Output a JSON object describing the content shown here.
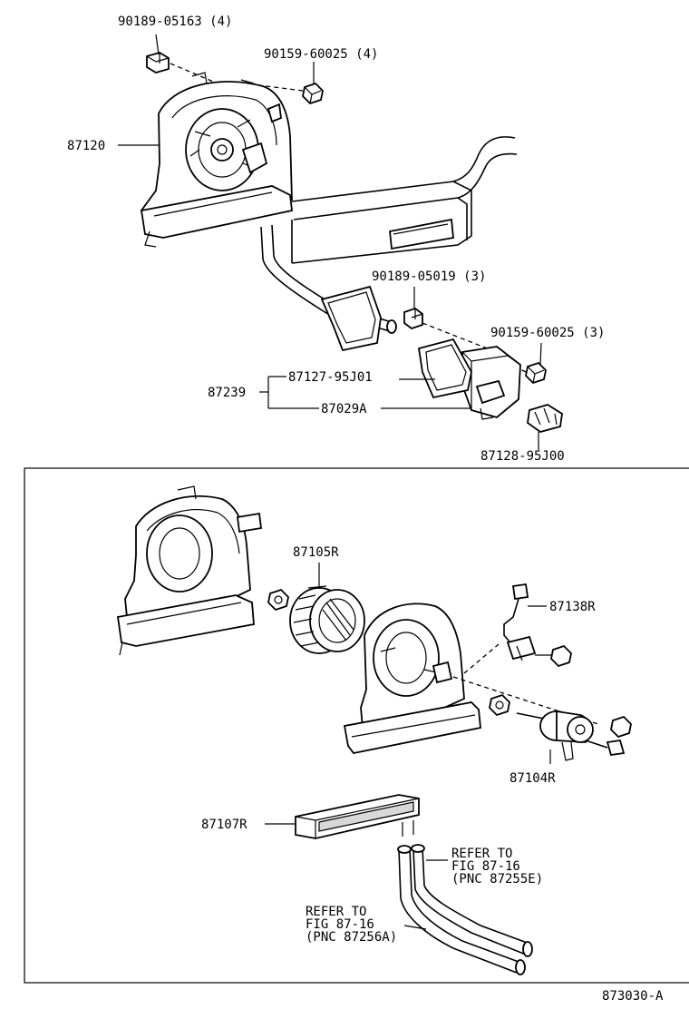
{
  "labels": {
    "p90189_05163": "90189-05163 (4)",
    "p90159_60025_4": "90159-60025 (4)",
    "p87120": "87120",
    "p90189_05019": "90189-05019 (3)",
    "p90159_60025_3": "90159-60025 (3)",
    "p87239": "87239",
    "p87127_95J01": "87127-95J01",
    "p87029A": "87029A",
    "p87128_95J00": "87128-95J00",
    "p87105R": "87105R",
    "p87138R": "87138R",
    "p87104R": "87104R",
    "p87107R": "87107R",
    "refer1_line1": "REFER TO",
    "refer1_line2": "FIG 87-16",
    "refer1_line3": "(PNC 87255E)",
    "refer2_line1": "REFER TO",
    "refer2_line2": "FIG 87-16",
    "refer2_line3": "(PNC 87256A)",
    "figure_id": "873030-A"
  }
}
